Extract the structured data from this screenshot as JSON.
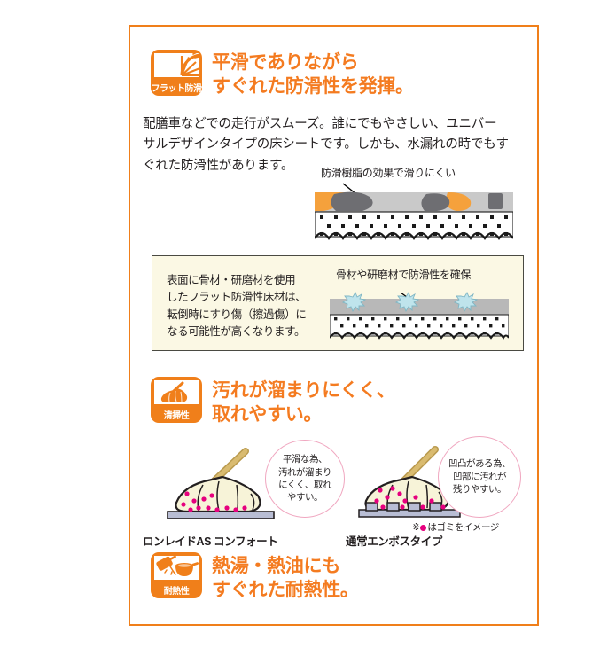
{
  "page": {
    "frame_color": "#f07f1a",
    "accent_color": "#f47b20",
    "background": "#ffffff"
  },
  "sections": [
    {
      "id": "flat-slip-resistance",
      "badge": {
        "label": "フラット防滑",
        "icon": "citrus-wheel-icon"
      },
      "heading": "平滑でありながら\nすぐれた防滑性を発揮。",
      "body": "配膳車などでの走行がスムーズ。誰にでもやさしい、ユニバー\nサルデザインタイプの床シートです。しかも、水漏れの時でもす\nぐれた防滑性があります。",
      "diagram_caption": "防滑樹脂の効果で滑りにくい",
      "panel": {
        "text": "表面に骨材・研磨材を使用\nしたフラット防滑性床材は、\n転倒時にすり傷（擦過傷）に\nなる可能性が高くなります。",
        "background": "#fbf8e4",
        "border_color": "#4a4a42"
      },
      "panel_diagram_caption": "骨材や研磨材で防滑性を確保"
    },
    {
      "id": "cleanability",
      "badge": {
        "label": "清掃性",
        "icon": "broom-icon"
      },
      "heading": "汚れが溜まりにくく、\n取れやすい。",
      "comparison": [
        {
          "name": "ロンレイドAS コンフォート",
          "bubble": "平滑な為、\n汚れが溜まり\nにくく、取れ\nやすい。",
          "surface": "flat"
        },
        {
          "name": "通常エンボスタイプ",
          "bubble": "凹凸がある為、\n凹部に汚れが\n残りやすい。",
          "surface": "embossed"
        }
      ],
      "footnote_prefix": "※",
      "footnote_suffix": "はゴミをイメージ",
      "dirt_color": "#e6007e"
    },
    {
      "id": "heat-resistance",
      "badge": {
        "label": "耐熱性",
        "icon": "hot-pot-icon"
      },
      "heading": "熱湯・熱油にも\nすぐれた耐熱性。"
    }
  ]
}
